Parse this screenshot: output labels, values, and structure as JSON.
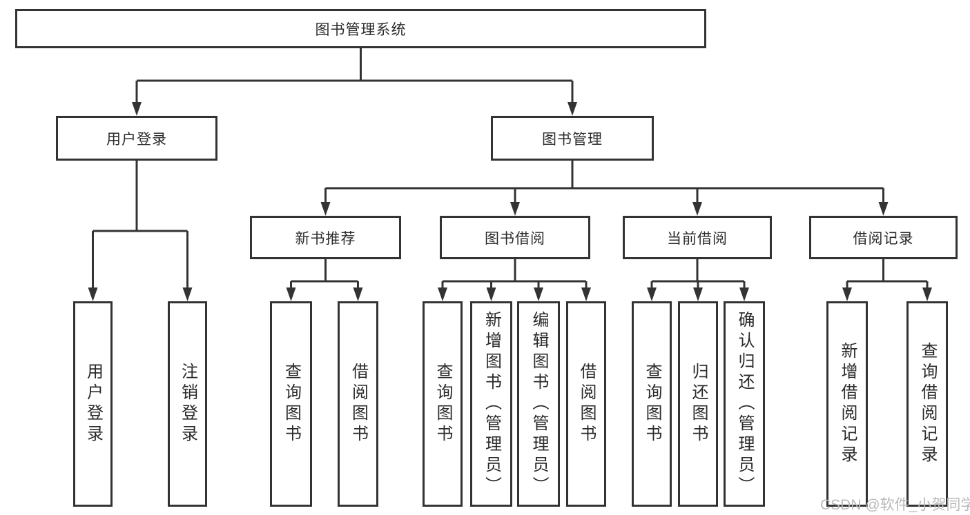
{
  "diagram": {
    "title": "图书管理系统",
    "tree": {
      "root": {
        "label": "图书管理系统"
      },
      "branches": [
        {
          "label": "用户登录",
          "children": [
            {
              "label": "用户登录"
            },
            {
              "label": "注销登录"
            }
          ]
        },
        {
          "label": "图书管理",
          "children": [
            {
              "label": "新书推荐",
              "children": [
                {
                  "label": "查询图书"
                },
                {
                  "label": "借阅图书"
                }
              ]
            },
            {
              "label": "图书借阅",
              "children": [
                {
                  "label": "查询图书"
                },
                {
                  "label": "新增图书（管理员）"
                },
                {
                  "label": "编辑图书（管理员）"
                },
                {
                  "label": "借阅图书"
                }
              ]
            },
            {
              "label": "当前借阅",
              "children": [
                {
                  "label": "查询图书"
                },
                {
                  "label": "归还图书"
                },
                {
                  "label": "确认归还（管理员）"
                }
              ]
            },
            {
              "label": "借阅记录",
              "children": [
                {
                  "label": "新增借阅记录"
                },
                {
                  "label": "查询借阅记录"
                }
              ]
            }
          ]
        }
      ]
    },
    "watermark": "CSDN @软件_小贺同学",
    "colors": {
      "line": "#333333",
      "text": "#2b2b2b",
      "watermark": "#b9b9b9",
      "background": "#ffffff"
    }
  }
}
